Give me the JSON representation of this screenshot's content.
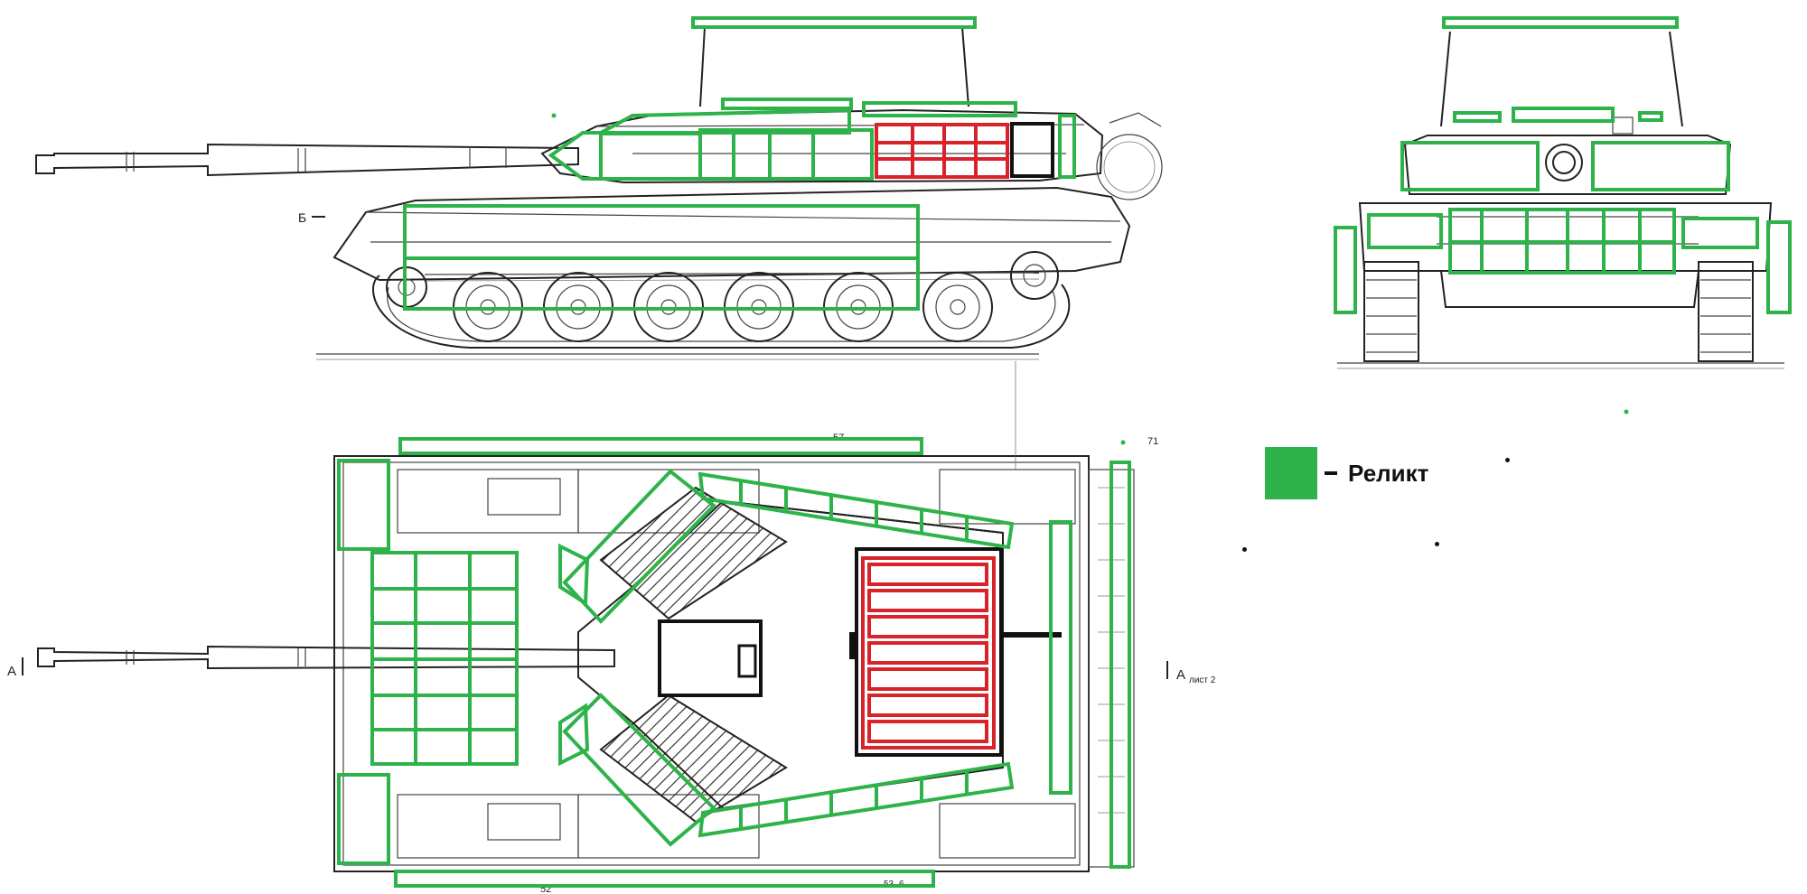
{
  "legend": {
    "label": "Реликт",
    "color": "#2db34a"
  },
  "drawing_marks": {
    "section_b": "Б",
    "section_a_left": "А",
    "section_a_right": "А",
    "section_a_right_sub": "лист 2",
    "callout_71": "71",
    "callout_52": "52",
    "callout_57": "57",
    "callout_53": "53",
    "callout_6": "6"
  },
  "colors": {
    "armor_block_outline": "#2db34a",
    "highlight_block_outline": "#d9232a",
    "linework": "#222222"
  }
}
